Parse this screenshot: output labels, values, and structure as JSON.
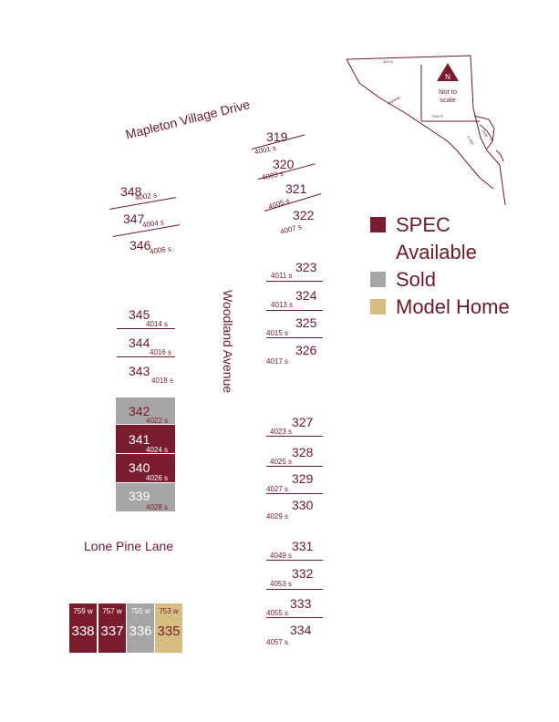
{
  "colors": {
    "spec": "#7a1c2e",
    "sold": "#a6a6a6",
    "model": "#d6bd82",
    "text": "#6b1a2a"
  },
  "streets": {
    "mapleton": "Mapleton Village Drive",
    "woodland": "Woodland Avenue",
    "lone_pine": "Lone Pine Lane"
  },
  "legend": {
    "spec": "SPEC",
    "available": "Available",
    "sold": "Sold",
    "model": "Model Home"
  },
  "inset": {
    "north": "N",
    "note_line1": "Not to",
    "note_line2": "scale",
    "road_top": "400 N",
    "road_hwy": "Highway",
    "road_mid": "7200 S",
    "road_right1": "S 400",
    "road_right2": "1600"
  },
  "lots_right": [
    {
      "num": "319",
      "addr": "4001 s",
      "status": "available"
    },
    {
      "num": "320",
      "addr": "4003 s",
      "status": "available"
    },
    {
      "num": "321",
      "addr": "4005 s",
      "status": "available"
    },
    {
      "num": "322",
      "addr": "4007 s",
      "status": "available"
    },
    {
      "num": "323",
      "addr": "4011 s",
      "status": "available"
    },
    {
      "num": "324",
      "addr": "4013 s",
      "status": "available"
    },
    {
      "num": "325",
      "addr": "4015 s",
      "status": "available"
    },
    {
      "num": "326",
      "addr": "4017 s",
      "status": "available"
    },
    {
      "num": "327",
      "addr": "4023 s",
      "status": "available"
    },
    {
      "num": "328",
      "addr": "4025 s",
      "status": "available"
    },
    {
      "num": "329",
      "addr": "4027 s",
      "status": "available"
    },
    {
      "num": "330",
      "addr": "4029 s",
      "status": "available"
    },
    {
      "num": "331",
      "addr": "4049 s",
      "status": "available"
    },
    {
      "num": "332",
      "addr": "4053 s",
      "status": "available"
    },
    {
      "num": "333",
      "addr": "4055 s",
      "status": "available"
    },
    {
      "num": "334",
      "addr": "4057 s",
      "status": "available"
    }
  ],
  "lots_left": [
    {
      "num": "348",
      "addr": "4002 s",
      "status": "available"
    },
    {
      "num": "347",
      "addr": "4004 s",
      "status": "available"
    },
    {
      "num": "346",
      "addr": "4006 s",
      "status": "available"
    },
    {
      "num": "345",
      "addr": "4014 s",
      "status": "available"
    },
    {
      "num": "344",
      "addr": "4016 s",
      "status": "available"
    },
    {
      "num": "343",
      "addr": "4018 s",
      "status": "available"
    },
    {
      "num": "342",
      "addr": "4022 s",
      "status": "sold"
    },
    {
      "num": "341",
      "addr": "4024 s",
      "status": "spec"
    },
    {
      "num": "340",
      "addr": "4026 s",
      "status": "spec"
    },
    {
      "num": "339",
      "addr": "4028 s",
      "status": "sold"
    }
  ],
  "lots_bottom": [
    {
      "num": "338",
      "addr": "759 w",
      "status": "spec"
    },
    {
      "num": "337",
      "addr": "757 w",
      "status": "spec"
    },
    {
      "num": "336",
      "addr": "755 w",
      "status": "sold"
    },
    {
      "num": "335",
      "addr": "753 w",
      "status": "model"
    }
  ]
}
